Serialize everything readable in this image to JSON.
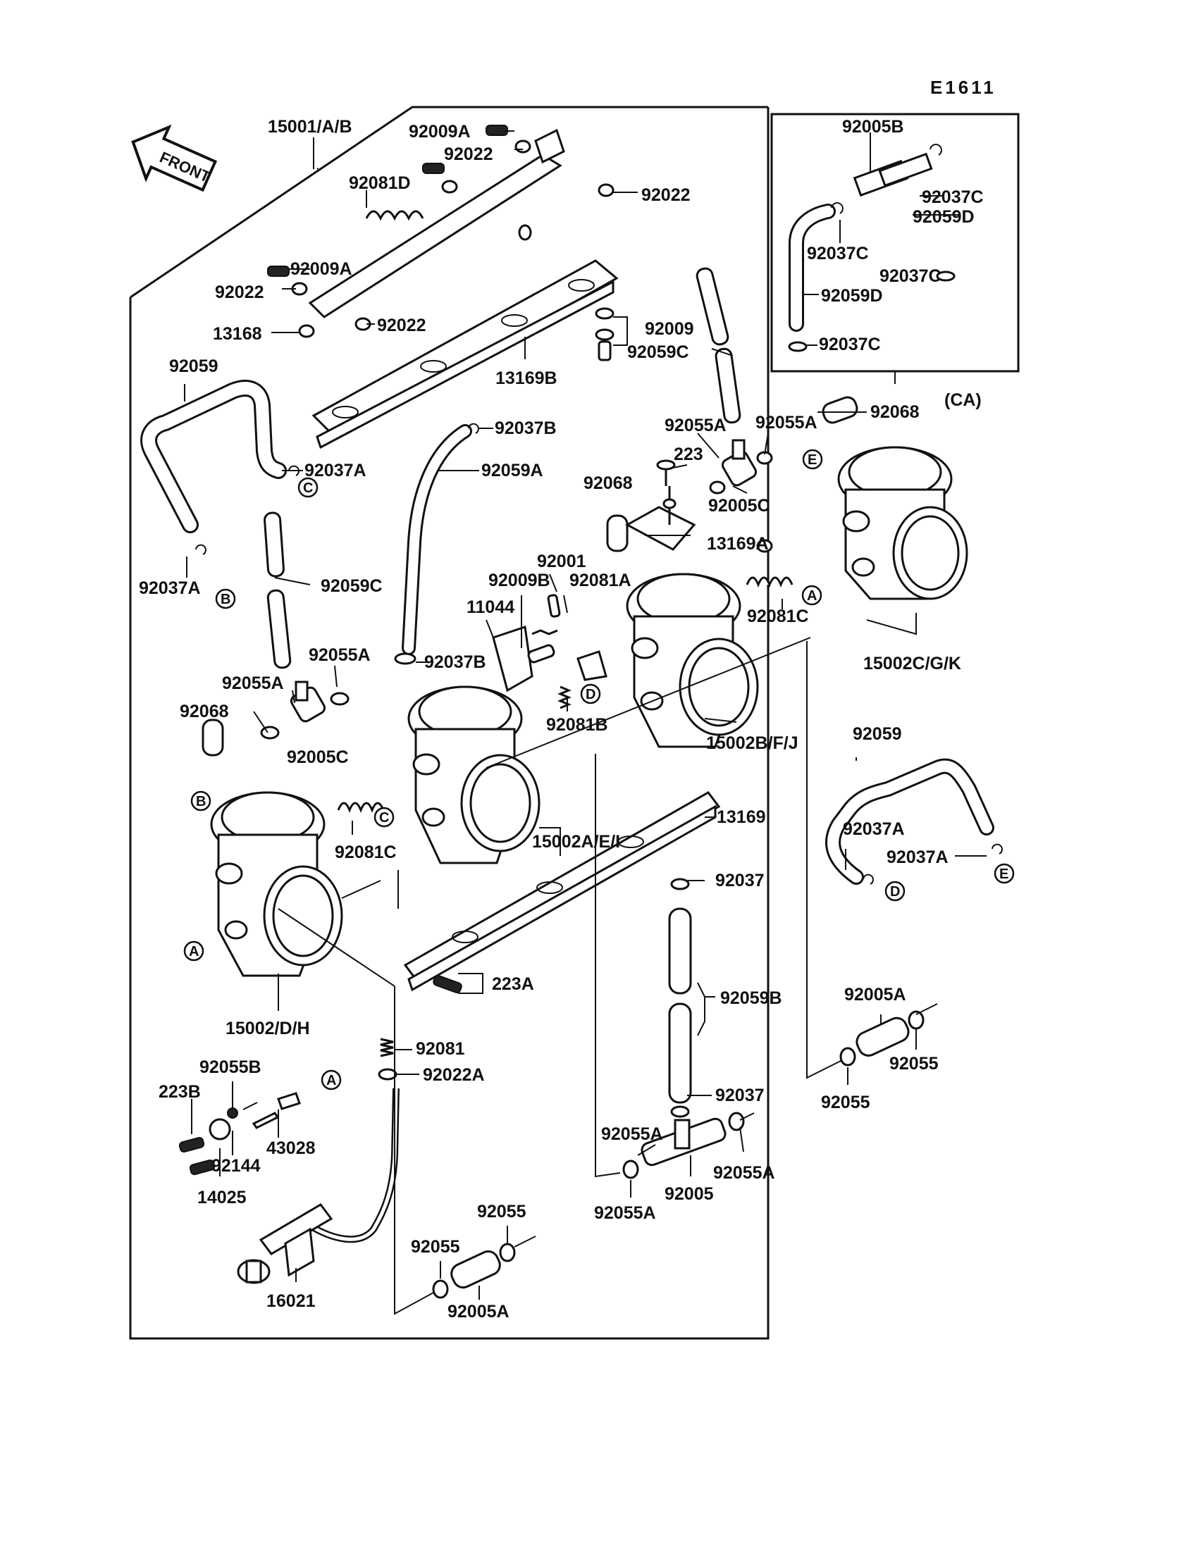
{
  "diagram_code": "E1611",
  "front_label": "FRONT",
  "inset_label": "(CA)",
  "labels": [
    {
      "id": "l1",
      "text": "15001/A/B"
    },
    {
      "id": "l2",
      "text": "92009A"
    },
    {
      "id": "l3",
      "text": "92022"
    },
    {
      "id": "l4",
      "text": "92022"
    },
    {
      "id": "l5",
      "text": "92081D"
    },
    {
      "id": "l6",
      "text": "92009A"
    },
    {
      "id": "l7",
      "text": "92022"
    },
    {
      "id": "l8",
      "text": "92022"
    },
    {
      "id": "l9",
      "text": "13168"
    },
    {
      "id": "l10",
      "text": "13169B"
    },
    {
      "id": "l11",
      "text": "92009"
    },
    {
      "id": "l12",
      "text": "92059C"
    },
    {
      "id": "l13",
      "text": "92059"
    },
    {
      "id": "l14",
      "text": "92037A"
    },
    {
      "id": "l15",
      "text": "92037B"
    },
    {
      "id": "l16",
      "text": "92059A"
    },
    {
      "id": "l17",
      "text": "92055A"
    },
    {
      "id": "l18",
      "text": "92055A"
    },
    {
      "id": "l19",
      "text": "92068"
    },
    {
      "id": "l20",
      "text": "223"
    },
    {
      "id": "l21",
      "text": "92005C"
    },
    {
      "id": "l22",
      "text": "92068"
    },
    {
      "id": "l23",
      "text": "13169A"
    },
    {
      "id": "l24",
      "text": "92037A"
    },
    {
      "id": "l25",
      "text": "92059C"
    },
    {
      "id": "l26",
      "text": "92001"
    },
    {
      "id": "l27",
      "text": "92009B"
    },
    {
      "id": "l28",
      "text": "92081A"
    },
    {
      "id": "l29",
      "text": "11044"
    },
    {
      "id": "l30",
      "text": "92081C"
    },
    {
      "id": "l31",
      "text": "15002C/G/K"
    },
    {
      "id": "l32",
      "text": "92055A"
    },
    {
      "id": "l33",
      "text": "92037B"
    },
    {
      "id": "l34",
      "text": "92055A"
    },
    {
      "id": "l35",
      "text": "92068"
    },
    {
      "id": "l36",
      "text": "92005C"
    },
    {
      "id": "l37",
      "text": "92081B"
    },
    {
      "id": "l38",
      "text": "15002B/F/J"
    },
    {
      "id": "l39",
      "text": "92059"
    },
    {
      "id": "l40",
      "text": "92081C"
    },
    {
      "id": "l41",
      "text": "15002A/E/I"
    },
    {
      "id": "l42",
      "text": "13169"
    },
    {
      "id": "l43",
      "text": "92037A"
    },
    {
      "id": "l44",
      "text": "92037A"
    },
    {
      "id": "l45",
      "text": "92037"
    },
    {
      "id": "l46",
      "text": "223A"
    },
    {
      "id": "l47",
      "text": "15002/D/H"
    },
    {
      "id": "l48",
      "text": "92059B"
    },
    {
      "id": "l49",
      "text": "92005A"
    },
    {
      "id": "l50",
      "text": "92081"
    },
    {
      "id": "l51",
      "text": "92022A"
    },
    {
      "id": "l52",
      "text": "92055B"
    },
    {
      "id": "l53",
      "text": "223B"
    },
    {
      "id": "l54",
      "text": "43028"
    },
    {
      "id": "l55",
      "text": "92144"
    },
    {
      "id": "l56",
      "text": "14025"
    },
    {
      "id": "l57",
      "text": "92037"
    },
    {
      "id": "l58",
      "text": "92055A"
    },
    {
      "id": "l59",
      "text": "92055A"
    },
    {
      "id": "l60",
      "text": "92005"
    },
    {
      "id": "l61",
      "text": "92055A"
    },
    {
      "id": "l62",
      "text": "92055"
    },
    {
      "id": "l63",
      "text": "92055"
    },
    {
      "id": "l64",
      "text": "92055"
    },
    {
      "id": "l65",
      "text": "92055"
    },
    {
      "id": "l66",
      "text": "92005A"
    },
    {
      "id": "l67",
      "text": "16021"
    },
    {
      "id": "i1",
      "text": "92005B"
    },
    {
      "id": "i2",
      "text": "92037C"
    },
    {
      "id": "i3",
      "text": "92059D"
    },
    {
      "id": "i4",
      "text": "92037C"
    },
    {
      "id": "i5",
      "text": "92037C"
    },
    {
      "id": "i6",
      "text": "92059D"
    },
    {
      "id": "i7",
      "text": "92037C"
    }
  ],
  "refs": [
    {
      "id": "r1",
      "text": "C"
    },
    {
      "id": "r2",
      "text": "B"
    },
    {
      "id": "r3",
      "text": "E"
    },
    {
      "id": "r4",
      "text": "A"
    },
    {
      "id": "r5",
      "text": "D"
    },
    {
      "id": "r6",
      "text": "C"
    },
    {
      "id": "r7",
      "text": "B"
    },
    {
      "id": "r8",
      "text": "A"
    },
    {
      "id": "r9",
      "text": "D"
    },
    {
      "id": "r10",
      "text": "E"
    },
    {
      "id": "r11",
      "text": "A"
    }
  ]
}
